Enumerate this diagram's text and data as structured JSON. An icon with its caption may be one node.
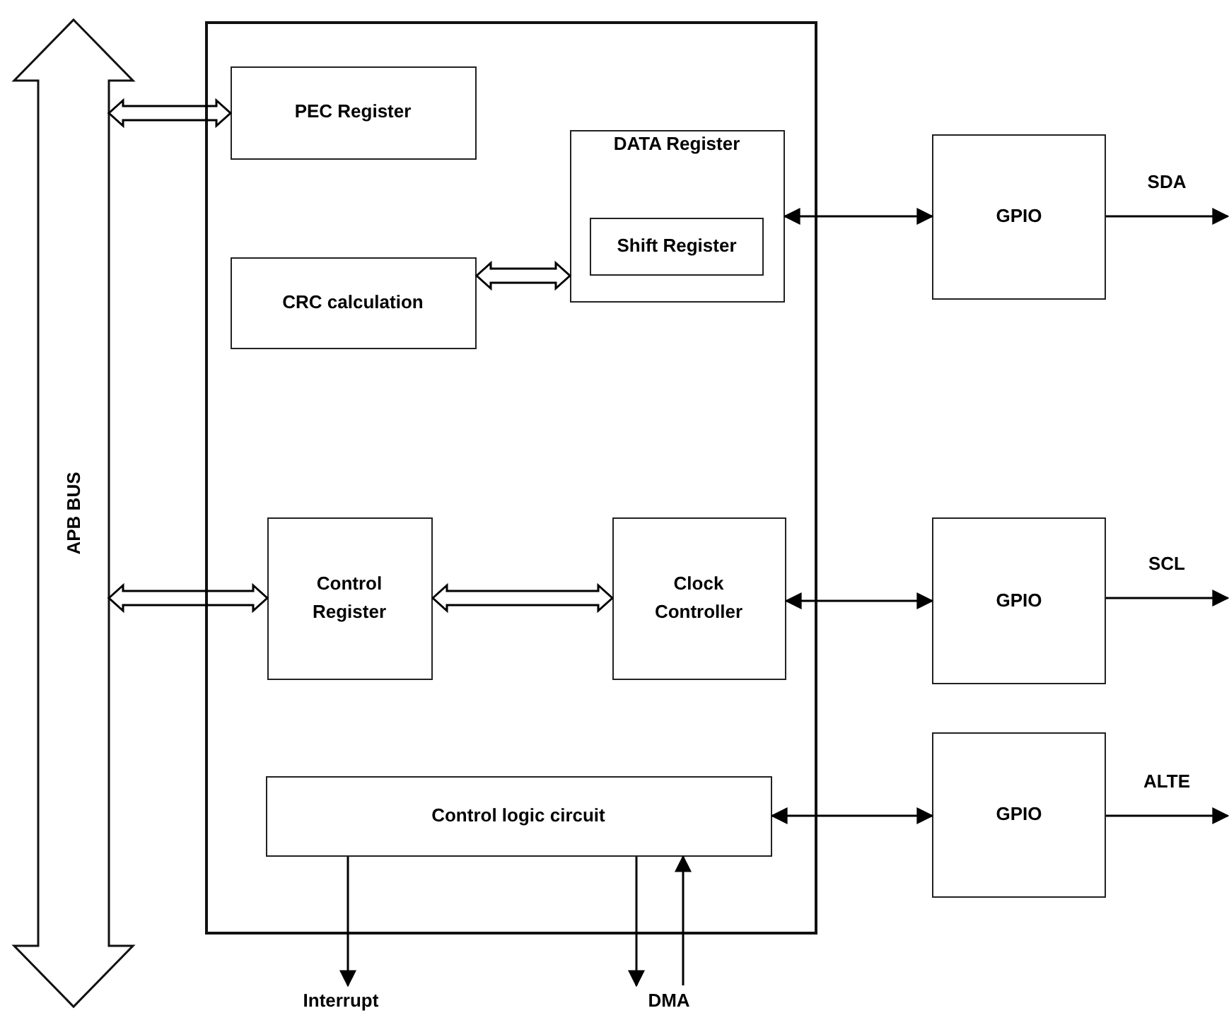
{
  "diagram": {
    "nodes": [
      {
        "text": [
          "APB BUS"
        ]
      },
      {
        "text": [],
        "shape": "box"
      },
      {
        "text": [
          "PEC Register"
        ],
        "in": 1
      },
      {
        "text": [
          "DATA Register"
        ],
        "in": 1
      },
      {
        "text": [
          "Shift Register"
        ],
        "in": 3
      },
      {
        "text": [
          "CRC calculation"
        ],
        "in": 1
      },
      {
        "text": [
          "Control Register"
        ],
        "in": 1
      },
      {
        "text": [
          "Clock Controller"
        ],
        "in": 1
      },
      {
        "text": [
          "Control logic circuit"
        ],
        "in": 1
      },
      {
        "text": [
          "GPIO"
        ]
      },
      {
        "text": [
          "GPIO"
        ]
      },
      {
        "text": [
          "GPIO"
        ]
      },
      {
        "text": [
          "Interrupt"
        ]
      },
      {
        "text": [
          "DMA"
        ]
      }
    ],
    "edges": [
      {
        "from": 0,
        "to": 2,
        "arrow": "both",
        "style": "thick"
      },
      {
        "from": 5,
        "to": 3,
        "arrow": "both",
        "style": "thick"
      },
      {
        "from": 0,
        "to": 6,
        "arrow": "both",
        "style": "thick"
      },
      {
        "from": 6,
        "to": 7,
        "arrow": "both",
        "style": "thick"
      },
      {
        "from": 3,
        "to": 9,
        "arrow": "both"
      },
      {
        "from": 7,
        "to": 10,
        "arrow": "both"
      },
      {
        "from": 8,
        "to": 11,
        "arrow": "both"
      },
      {
        "from": 9,
        "to": null,
        "arrow": "to",
        "label": "SDA"
      },
      {
        "from": 10,
        "to": null,
        "arrow": "to",
        "label": "SCL"
      },
      {
        "from": 11,
        "to": null,
        "arrow": "to",
        "label": "ALTE"
      },
      {
        "from": 8,
        "to": 12,
        "arrow": "to"
      },
      {
        "from": 8,
        "to": 13,
        "arrow": "to"
      },
      {
        "from": 13,
        "to": 8,
        "arrow": "to"
      }
    ]
  }
}
